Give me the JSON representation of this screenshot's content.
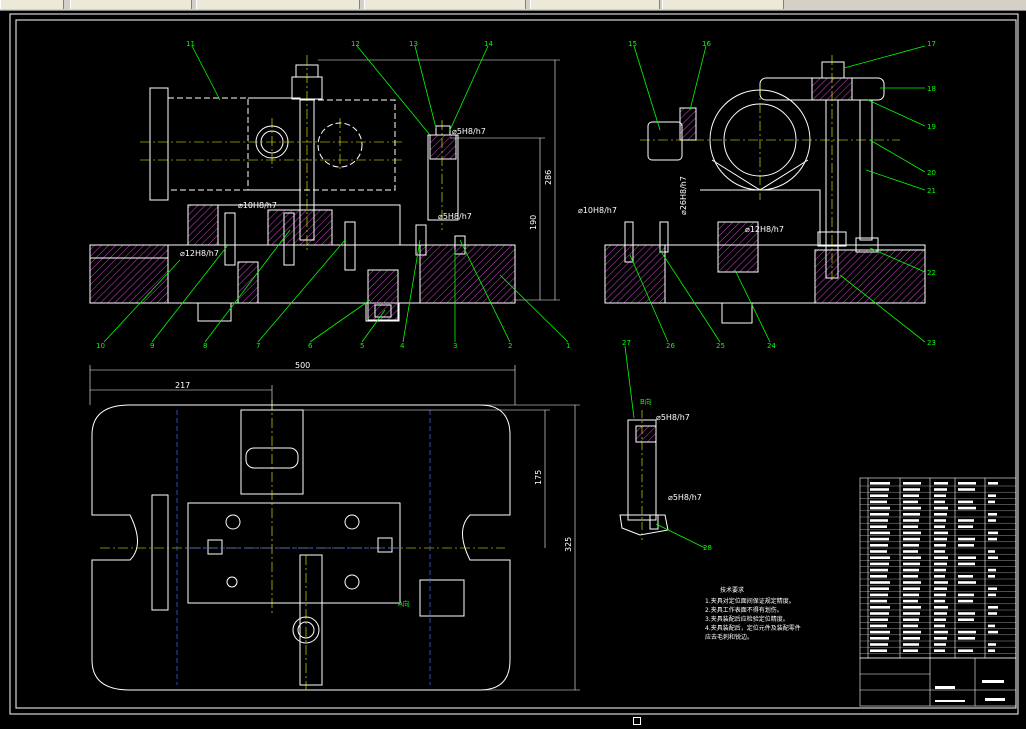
{
  "tabs": [
    {
      "name": "tab-1",
      "label": ""
    },
    {
      "name": "tab-2",
      "label": ""
    },
    {
      "name": "tab-3",
      "label": ""
    },
    {
      "name": "tab-4",
      "label": ""
    },
    {
      "name": "tab-5",
      "label": ""
    },
    {
      "name": "tab-6",
      "label": ""
    }
  ],
  "colors": {
    "outline": "#ffffff",
    "leader": "#00ff00",
    "center": "#ffff00",
    "hatch": "#cc44cc",
    "dim": "#ffffff",
    "blue": "#4466ff"
  },
  "dims": {
    "d500": "500",
    "d217": "217",
    "d286": "286",
    "d190": "190",
    "d175": "175",
    "d325": "325",
    "fit_5h8_a": "⌀5H8/h7",
    "fit_5h8_b": "⌀5H8/h7",
    "fit_5h8_c": "⌀5H8/h7",
    "fit_5h8_d": "⌀5H8/h7",
    "fit_10h8_a": "⌀10H8/h7",
    "fit_10h8_b": "⌀10H8/h7",
    "fit_12h8": "⌀12H8/h7",
    "fit_26h8": "⌀26H8/h7",
    "fit_side": "⌀12H8/h7",
    "view_a": "A向",
    "view_b": "B向"
  },
  "callouts": {
    "c11": "11",
    "c12": "12",
    "c13": "13",
    "c14": "14",
    "c15": "15",
    "c16": "16",
    "c17": "17",
    "c18": "18",
    "c19": "19",
    "c20": "20",
    "c21": "21",
    "c22": "22",
    "c23": "23",
    "c24": "24",
    "c25": "25",
    "c26": "26",
    "c27": "27",
    "c28": "28",
    "c10": "10",
    "c9": "9",
    "c8": "8",
    "c7": "7",
    "c6": "6",
    "c5": "5",
    "c4": "4",
    "c3": "3",
    "c2": "2",
    "c1": "1"
  },
  "notes": {
    "title": "技术要求",
    "line1": "1.夹具对定位面间保证规定精度。",
    "line2": "2.夹具工作表面不得有划伤。",
    "line3": "3.夹具装配后应检验定位精度。",
    "line4": "4.夹具装配后，定位元件及装配零件",
    "line5": "应去毛刺和锐边。"
  }
}
